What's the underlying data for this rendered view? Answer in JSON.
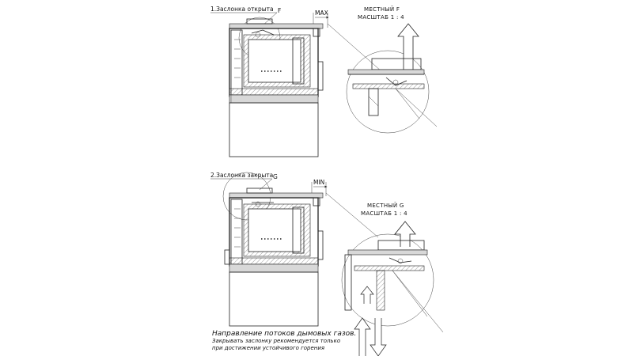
{
  "view1": {
    "caption": "1.Заслонка открыта",
    "callout_letter": "F",
    "dimension_label": "MAX",
    "detail_title": "МЕСТНЫЙ F",
    "detail_scale": "МАСШТАБ 1 : 4"
  },
  "view2": {
    "caption": "2.Заслонка закрыта",
    "callout_letter": "G",
    "dimension_label": "MIN",
    "detail_title": "МЕСТНЫЙ G",
    "detail_scale": "МАСШТАБ 1 : 4"
  },
  "note": {
    "title": "Направление потоков дымовых газов.",
    "line1": "Закрывать заслонку рекомендуется только",
    "line2": "при достижении устойчивого горения"
  },
  "colors": {
    "line": "#222222",
    "fill_gray": "#d8d8d8",
    "background": "#ffffff"
  }
}
